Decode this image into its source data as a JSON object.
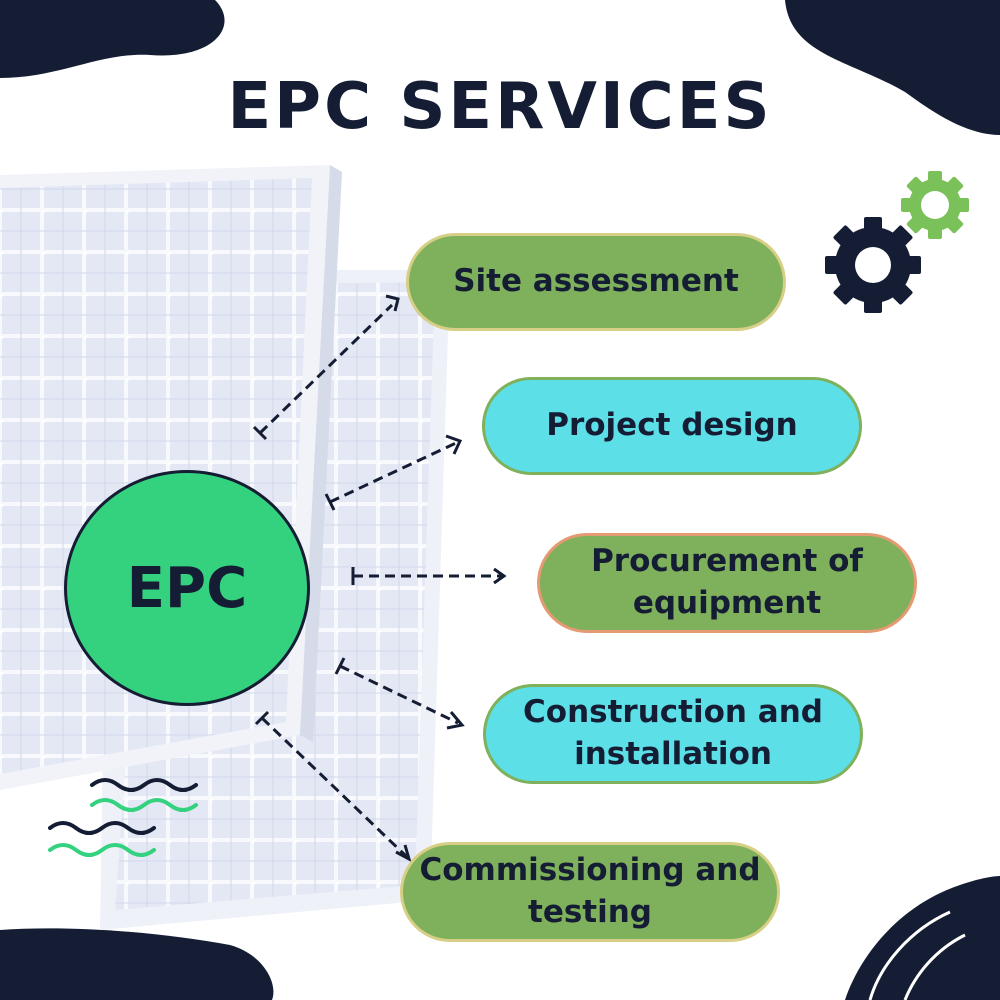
{
  "title": "EPC SERVICES",
  "hub": {
    "label": "EPC"
  },
  "services": [
    {
      "label": "Site assessment"
    },
    {
      "label": "Project design"
    },
    {
      "label": "Procurement of equipment"
    },
    {
      "label": "Construction and installation"
    },
    {
      "label": "Commissioning and testing"
    }
  ],
  "colors": {
    "navy": "#141d33",
    "hub_green": "#34d17f",
    "pill_green": "#7fb15c",
    "pill_cyan": "#5ddfe8",
    "gear_green": "#7bc159",
    "panel": "#dfe5f2"
  },
  "icons": [
    "gear-icon",
    "solar-panel",
    "wave-lines"
  ]
}
